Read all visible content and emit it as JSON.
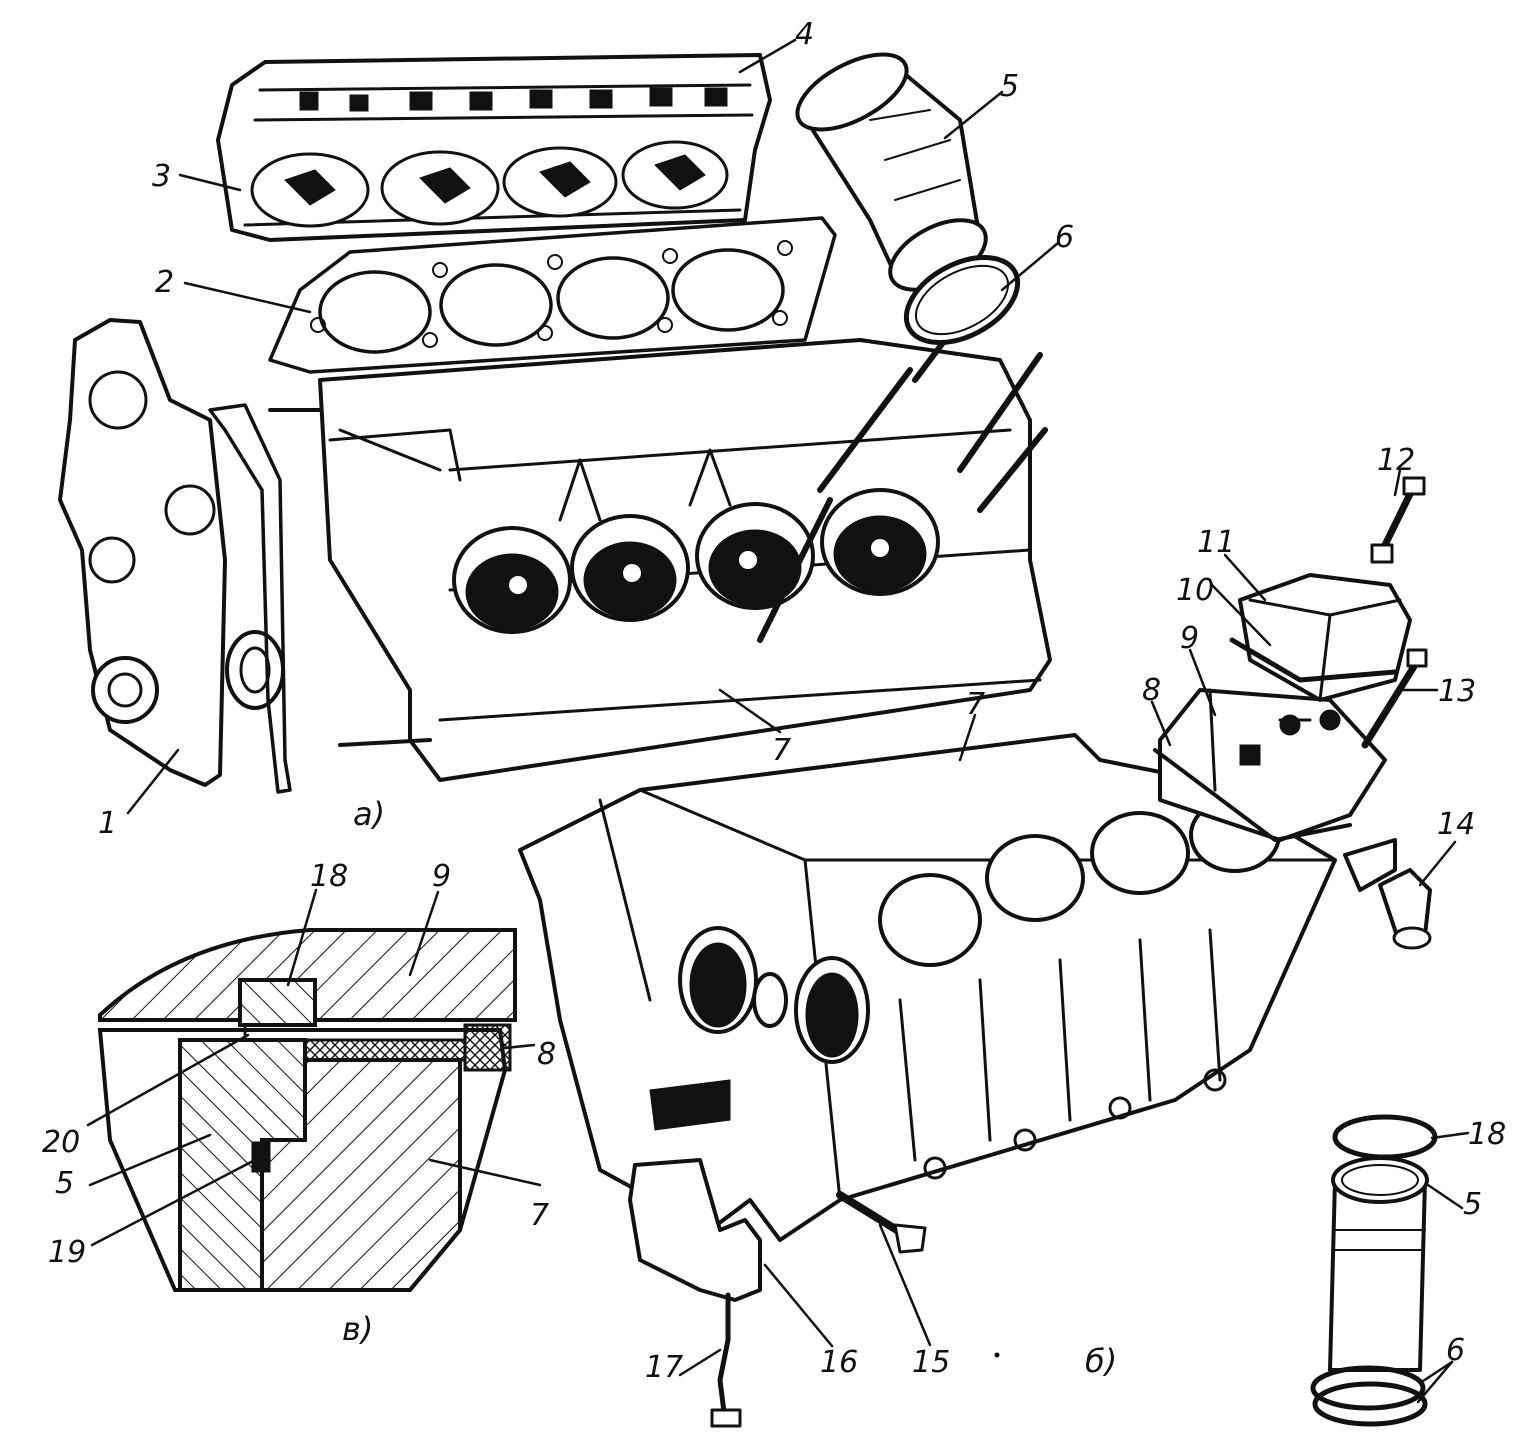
{
  "labels": {
    "l1": "1",
    "l2": "2",
    "l3": "3",
    "l4": "4",
    "l5": "5",
    "l6": "6",
    "l7a": "7",
    "l7b": "7",
    "l8b": "8",
    "l9b": "9",
    "l10": "10",
    "l11": "11",
    "l12": "12",
    "l13": "13",
    "l14": "14",
    "l15": "15",
    "l16": "16",
    "l17": "17",
    "l18": "18",
    "l9c": "9",
    "l8c": "8",
    "l20": "20",
    "l5c": "5",
    "l7c": "7",
    "l19": "19",
    "l18r": "18",
    "l5r": "5",
    "l6r": "6"
  },
  "captions": {
    "a": "а)",
    "b": "б)",
    "v": "в)"
  }
}
